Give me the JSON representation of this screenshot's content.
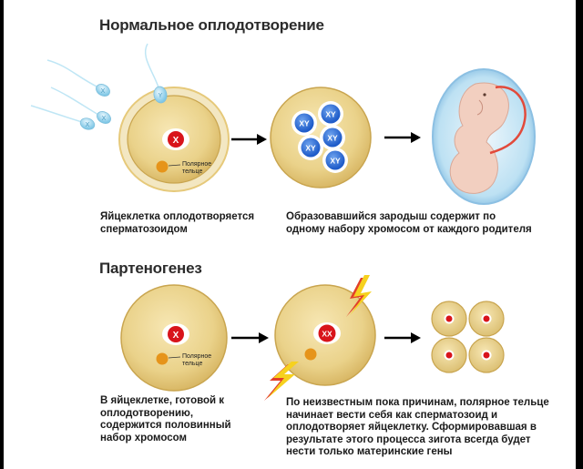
{
  "sections": {
    "normal": {
      "title": "Нормальное оплодотворение",
      "caption_egg": "Яйцеклетка оплодотворяется сперматозоидом",
      "caption_embryo": "Образовавшийся зародыш содержит по одному набору хромосом от каждого родителя"
    },
    "parthenogenesis": {
      "title": "Партеногенез",
      "caption_egg": "В яйцеклетке, готовой к оплодотворению, содержится половинный набор хромосом",
      "caption_zygote": "По неизвестным пока причинам, полярное тельце начинает вести себя как сперматозоид и оплодотворяет яйцеклетку. Сформировавшая в результате этого процесса зигота всегда будет нести только материнские гены"
    }
  },
  "labels": {
    "polar_body_line1": "Полярное",
    "polar_body_line2": "тельце",
    "chrom_x": "X",
    "chrom_y": "Y",
    "chrom_xy": "XY",
    "chrom_xx": "XX"
  },
  "colors": {
    "egg_fill": "#ead28a",
    "egg_ring": "#d9b866",
    "nucleus_red": "#d8141b",
    "polar_body": "#e6941a",
    "cell_blue": "#2f6fd6",
    "sperm": "#9fd9ef",
    "bolt_yellow": "#f6d11e",
    "bolt_red": "#e2402a"
  }
}
